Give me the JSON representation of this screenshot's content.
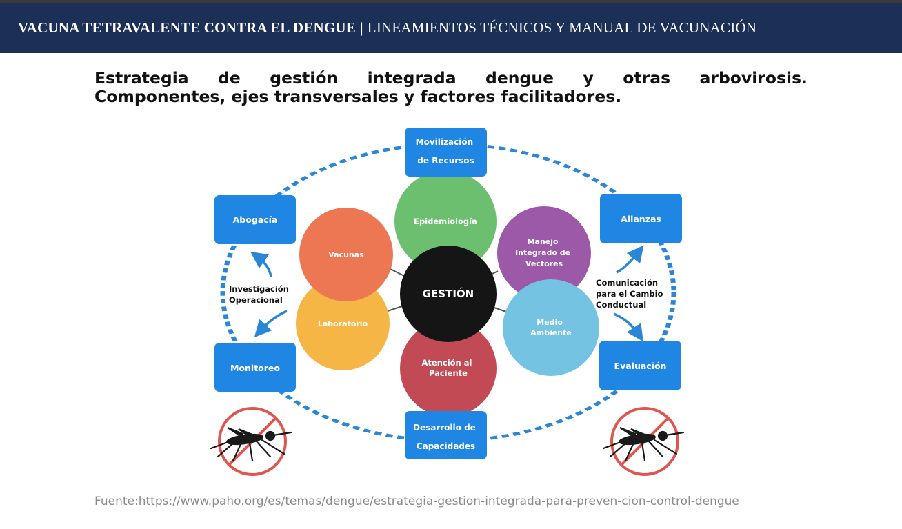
{
  "header": {
    "title_bold": "VACUNA TETRAVALENTE CONTRA EL DENGUE",
    "separator": "|",
    "title_regular": "LINEAMIENTOS TÉCNICOS Y MANUAL DE VACUNACIÓN"
  },
  "page_title": {
    "line1": "Estrategia de gestión integrada dengue y otras arbovirosis.",
    "line2": "Componentes, ejes transversales y factores facilitadores."
  },
  "diagram": {
    "center": "GESTIÓN",
    "components": [
      {
        "lines": [
          "Epidemiología"
        ],
        "color": "#6cbf6f"
      },
      {
        "lines": [
          "Manejo",
          "Integrado de",
          "Vectores"
        ],
        "color": "#9b59a8"
      },
      {
        "lines": [
          "Medio",
          "Ambiente"
        ],
        "color": "#74c3e2"
      },
      {
        "lines": [
          "Atención al",
          "Paciente"
        ],
        "color": "#c24a55"
      },
      {
        "lines": [
          "Laboratorio"
        ],
        "color": "#f5b646"
      },
      {
        "lines": [
          "Vacunas"
        ],
        "color": "#ec7752"
      }
    ],
    "facilitators": [
      {
        "lines": [
          "Movilización",
          "de Recursos"
        ]
      },
      {
        "lines": [
          "Alianzas"
        ]
      },
      {
        "lines": [
          "Evaluación"
        ]
      },
      {
        "lines": [
          "Desarrollo de",
          "Capacidades"
        ]
      },
      {
        "lines": [
          "Monitoreo"
        ]
      },
      {
        "lines": [
          "Abogacía"
        ]
      }
    ],
    "axes": [
      {
        "lines": [
          "Investigación",
          "Operacional"
        ]
      },
      {
        "lines": [
          "Comunicación",
          "para el Cambio",
          "Conductual"
        ]
      }
    ],
    "box_color": "#1f86e3",
    "ring_color": "#2b86d6",
    "center_color": "#151515"
  },
  "footer": {
    "source": "Fuente:https://www.paho.org/es/temas/dengue/estrategia-gestion-integrada-para-preven-cion-control-dengue"
  }
}
